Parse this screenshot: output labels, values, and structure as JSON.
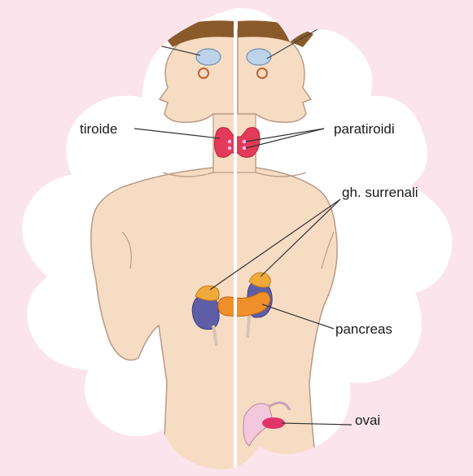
{
  "labels": {
    "thyroid": "tiroide",
    "parathyroids": "paratiroidi",
    "adrenals": "gh. surrenali",
    "pancreas": "pancreas",
    "ovary": "ovai"
  },
  "colors": {
    "background": "#fbe4ec",
    "badge": "#ffffff",
    "skin": "#f7dcc4",
    "hair": "#8b5a2b",
    "thyroid": "#e33a5a",
    "adrenal": "#f2a93b",
    "kidney": "#5e5ea6",
    "pancreas": "#f0902a",
    "ovary": "#e0356b"
  }
}
